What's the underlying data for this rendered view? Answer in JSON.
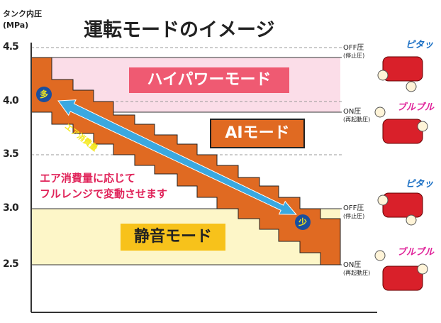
{
  "title": "運転モードのイメージ",
  "axis": {
    "label_line1": "タンク内圧",
    "label_line2": "(MPa)",
    "ticks": [
      "4.5",
      "4.0",
      "3.5",
      "3.0",
      "2.5"
    ]
  },
  "modes": {
    "high_power": "ハイパワーモード",
    "ai": "AIモード",
    "quiet": "静音モード"
  },
  "arrow_label": "エア消費量",
  "markers": {
    "many": "多",
    "few": "少"
  },
  "note_line1": "エア消費量に応じて",
  "note_line2": "フルレンジで変動させます",
  "side_labels": [
    {
      "main": "OFF圧",
      "sub": "(停止圧)",
      "sound": "ピタッ"
    },
    {
      "main": "ON圧",
      "sub": "(再起動圧)",
      "sound": "ブルブル"
    },
    {
      "main": "OFF圧",
      "sub": "(停止圧)",
      "sound": "ピタッ"
    },
    {
      "main": "ON圧",
      "sub": "(再起動圧)",
      "sound": "ブルブル"
    }
  ],
  "colors": {
    "stair": "#e06a22",
    "pink_band": "#fbdde8",
    "yellow_band": "#fdf6c8",
    "high_power_box": "#ef5a72",
    "quiet_box": "#f7c21b",
    "arrow": "#3aa8e0",
    "note": "#e0245a"
  }
}
